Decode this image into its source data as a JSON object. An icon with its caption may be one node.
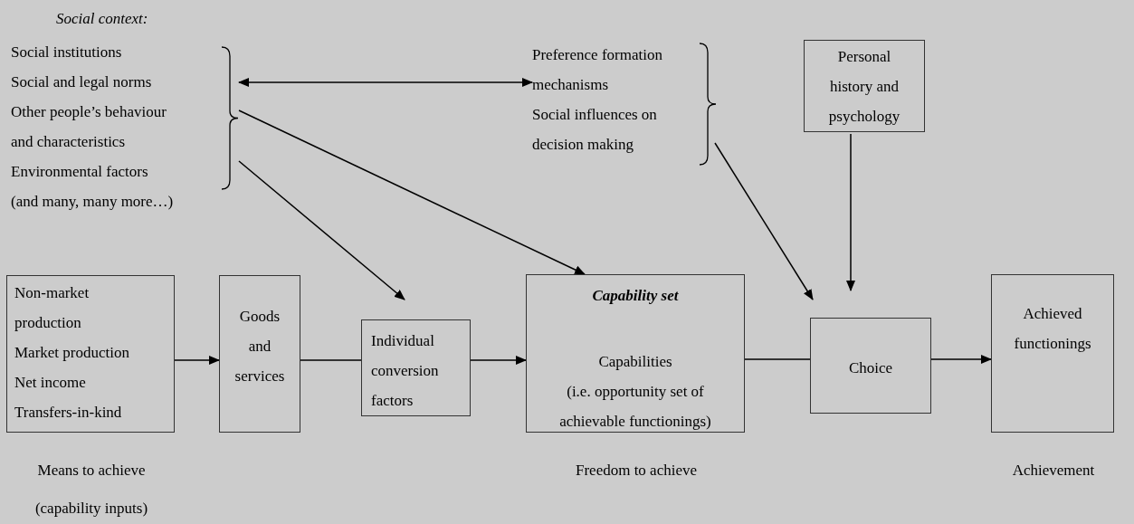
{
  "diagram": {
    "nodes": [
      {
        "text": [
          "Social context:",
          "Social institutions",
          "Social and legal norms",
          "Other people’s behaviour and characteristics",
          "Environmental factors",
          "(and many, many more…)"
        ]
      },
      {
        "text": [
          "Preference formation mechanisms",
          "Social influences on decision making"
        ]
      },
      {
        "text": [
          "Personal history and psychology"
        ]
      },
      {
        "text": [
          "Non-market production",
          "Market production",
          "Net income",
          "Transfers-in-kind"
        ],
        "beside": [
          "Means to achieve (capability inputs)"
        ]
      },
      {
        "text": [
          "Goods and services"
        ]
      },
      {
        "text": [
          "Individual conversion factors"
        ]
      },
      {
        "text": [
          "Capability set",
          "Capabilities",
          "(i.e. opportunity set of achievable functionings)"
        ],
        "beside": [
          "Freedom to achieve"
        ]
      },
      {
        "text": [
          "Choice"
        ]
      },
      {
        "text": [
          "Achieved functionings"
        ],
        "beside": [
          "Achievement"
        ]
      }
    ],
    "edges": [
      {
        "from": 0,
        "to": 1,
        "arrow": "both"
      },
      {
        "from": 0,
        "to": 6,
        "arrow": "to"
      },
      {
        "from": 0,
        "to": 5,
        "arrow": "to"
      },
      {
        "from": 1,
        "to": 7,
        "arrow": "to"
      },
      {
        "from": 2,
        "to": 7,
        "arrow": "to"
      },
      {
        "from": 3,
        "to": 4,
        "arrow": "to"
      },
      {
        "from": 4,
        "to": 5,
        "arrow": "none"
      },
      {
        "from": 5,
        "to": 6,
        "arrow": "to"
      },
      {
        "from": 6,
        "to": 7,
        "arrow": "none"
      },
      {
        "from": 7,
        "to": 8,
        "arrow": "to"
      }
    ]
  }
}
